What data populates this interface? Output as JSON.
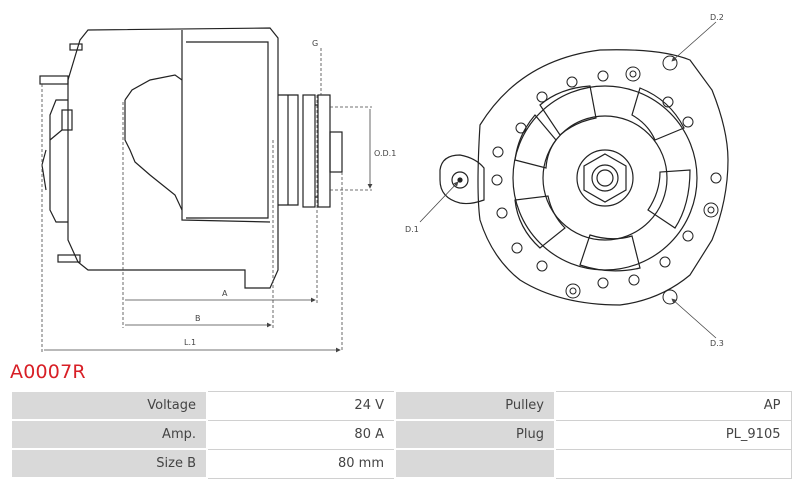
{
  "drawing": {
    "labels": {
      "g": "G",
      "od1": "O.D.1",
      "a": "A",
      "b": "B",
      "l1": "L.1",
      "d1": "D.1",
      "d2": "D.2",
      "d3": "D.3"
    },
    "colors": {
      "line": "#222222",
      "dim": "#444444",
      "accent": "#d81f26"
    }
  },
  "part": {
    "code": "A0007R"
  },
  "specs": {
    "rows": [
      {
        "k1": "Voltage",
        "v1": "24 V",
        "k2": "Pulley",
        "v2": "AP"
      },
      {
        "k1": "Amp.",
        "v1": "80 A",
        "k2": "Plug",
        "v2": "PL_9105"
      },
      {
        "k1": "Size B",
        "v1": "80 mm",
        "k2": "",
        "v2": ""
      }
    ]
  }
}
